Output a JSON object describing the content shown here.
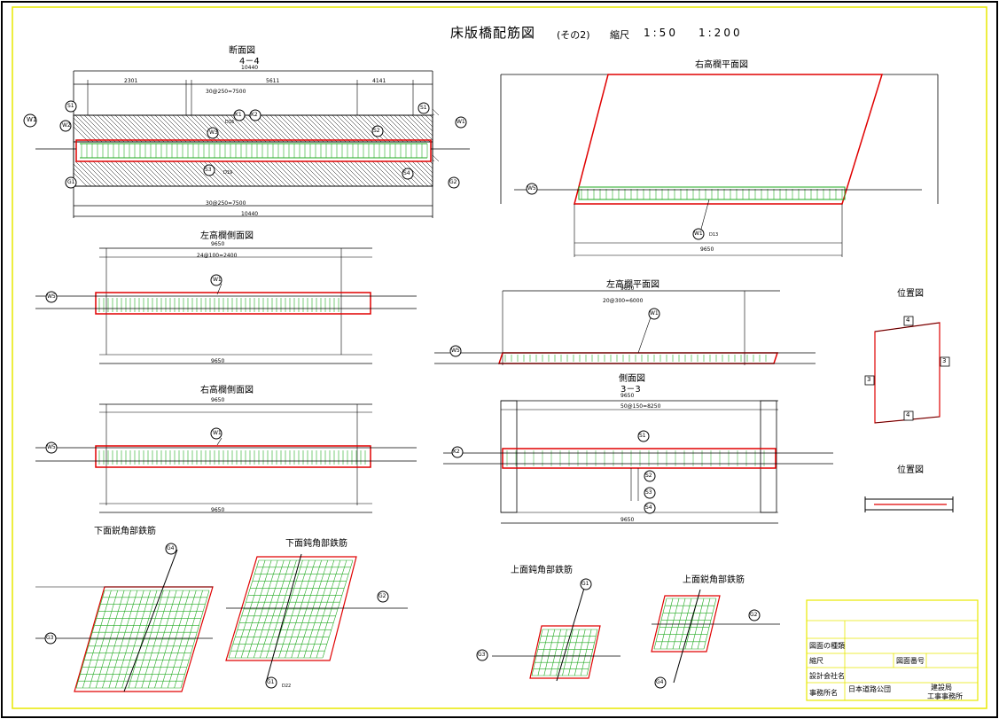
{
  "drawing": {
    "title": "床版橋配筋図",
    "sub": "(その2)",
    "scale_label": "縮尺",
    "scale_1": "1:50",
    "scale_2": "1:200"
  },
  "sections": {
    "s44_title": "断面図",
    "s44_id": "4－4",
    "right_rail_plan": "右高欄平面図",
    "left_rail_side": "左高欄側面図",
    "left_rail_plan": "左高欄平面図",
    "right_rail_side": "右高欄側面図",
    "side_view": "側面図",
    "side_view_id": "3－3",
    "lower_acute": "下面鋭角部鉄筋",
    "lower_obtuse": "下面鈍角部鉄筋",
    "upper_obtuse": "上面鈍角部鉄筋",
    "upper_acute": "上面鋭角部鉄筋",
    "location_1": "位置図",
    "location_2": "位置図"
  },
  "dims": {
    "overall_width": "10440",
    "seg_a": "4141",
    "seg_b": "2301",
    "seg_c": "5611",
    "seg_d": "4141",
    "spacing_top": "30@250=7500",
    "spacing_bot": "30@250=7500",
    "rail_len": "9650",
    "rail_spacing_top": "24@100=2400",
    "rail_spacing_top2": "20@300=6000",
    "plan_len": "9650",
    "side_len": "9650",
    "side_spacing": "50@150=8250"
  },
  "bars": {
    "w1": "W1",
    "w2": "W2",
    "w3": "W3",
    "w5": "W5",
    "k1": "K1",
    "k2": "K2",
    "s1": "S1",
    "s2": "S2",
    "s3": "S3",
    "s4": "S4",
    "g1": "G1",
    "g2": "G2",
    "g3": "G3",
    "g4": "G4",
    "d13": "D13",
    "d16": "D16",
    "d19": "D19",
    "d22": "D22"
  },
  "location_marks": {
    "a": "4",
    "b": "3",
    "c": "3",
    "d": "4"
  },
  "title_block": {
    "drawing_name_label": "図面の種類",
    "scale_label": "縮尺",
    "drawing_no_label": "図面番号",
    "design_label": "設計会社名",
    "office_label": "事務所名",
    "company": "日本道路公団",
    "office_1": "建設局",
    "office_2": "工事事務所"
  },
  "colors": {
    "frame": "#e8e800",
    "concrete_edge": "#e00000",
    "rebar": "#22aa22",
    "line": "#000000"
  }
}
